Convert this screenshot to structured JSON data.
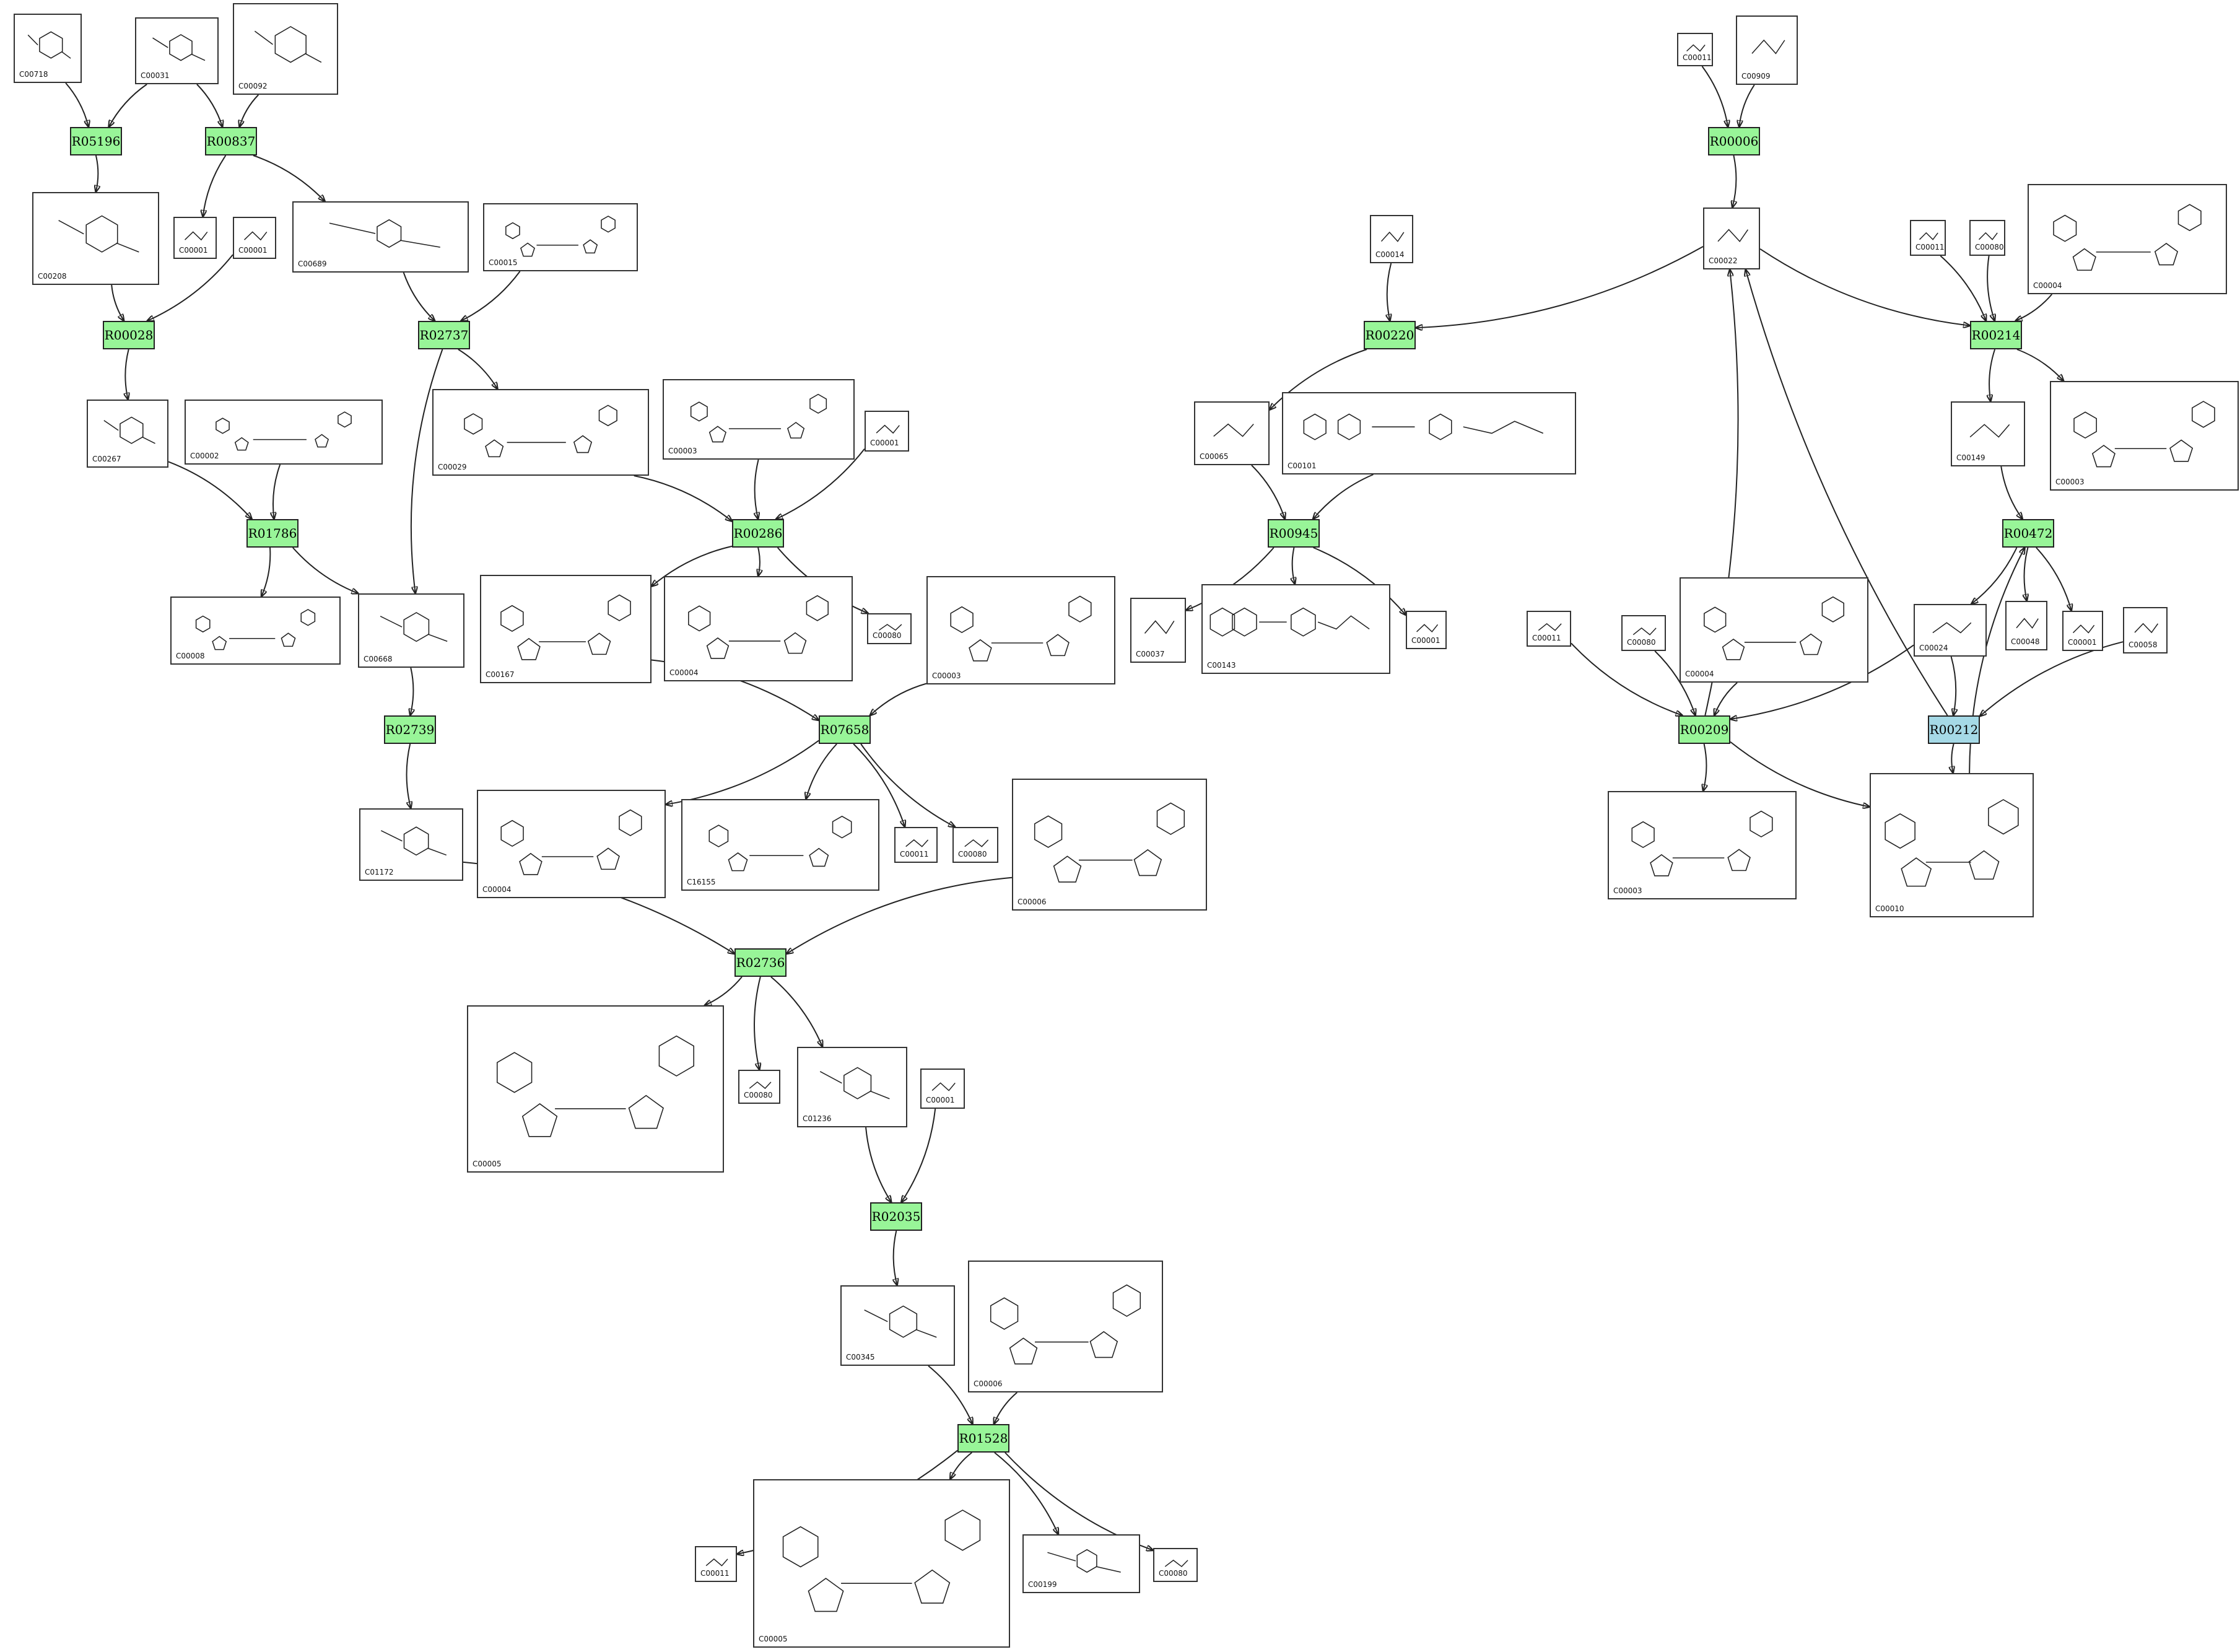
{
  "colors": {
    "reaction": "#98f598",
    "reaction_alt": "#a5d9e6",
    "edge": "#222222"
  },
  "reactions": [
    {
      "id": "R05196",
      "alt": false
    },
    {
      "id": "R00837",
      "alt": false
    },
    {
      "id": "R00028",
      "alt": false
    },
    {
      "id": "R02737",
      "alt": false
    },
    {
      "id": "R01786",
      "alt": false
    },
    {
      "id": "R00286",
      "alt": false
    },
    {
      "id": "R02739",
      "alt": false
    },
    {
      "id": "R07658",
      "alt": false
    },
    {
      "id": "R02736",
      "alt": false
    },
    {
      "id": "R02035",
      "alt": false
    },
    {
      "id": "R01528",
      "alt": false
    },
    {
      "id": "R00006",
      "alt": false
    },
    {
      "id": "R00220",
      "alt": false
    },
    {
      "id": "R00945",
      "alt": false
    },
    {
      "id": "R00214",
      "alt": false
    },
    {
      "id": "R00472",
      "alt": false
    },
    {
      "id": "R00209",
      "alt": false
    },
    {
      "id": "R00212",
      "alt": true
    }
  ],
  "compounds": [
    {
      "key": "c00718",
      "id": "C00718",
      "kind": "sugar"
    },
    {
      "key": "c00031",
      "id": "C00031",
      "kind": "sugar"
    },
    {
      "key": "c00092",
      "id": "C00092",
      "kind": "sugar"
    },
    {
      "key": "c00208",
      "id": "C00208",
      "kind": "sugar"
    },
    {
      "key": "c00001a",
      "id": "C00001",
      "kind": "small"
    },
    {
      "key": "c00001b",
      "id": "C00001",
      "kind": "small"
    },
    {
      "key": "c00689",
      "id": "C00689",
      "kind": "sugar"
    },
    {
      "key": "c00015",
      "id": "C00015",
      "kind": "nucleotide"
    },
    {
      "key": "c00267",
      "id": "C00267",
      "kind": "sugar"
    },
    {
      "key": "c00002",
      "id": "C00002",
      "kind": "nucleotide"
    },
    {
      "key": "c00029",
      "id": "C00029",
      "kind": "nucleotide"
    },
    {
      "key": "c00003a",
      "id": "C00003",
      "kind": "nucleotide"
    },
    {
      "key": "c00001c",
      "id": "C00001",
      "kind": "small"
    },
    {
      "key": "c00008",
      "id": "C00008",
      "kind": "nucleotide"
    },
    {
      "key": "c00668",
      "id": "C00668",
      "kind": "sugar"
    },
    {
      "key": "c00167",
      "id": "C00167",
      "kind": "nucleotide"
    },
    {
      "key": "c00004a",
      "id": "C00004",
      "kind": "nucleotide"
    },
    {
      "key": "c00080a",
      "id": "C00080",
      "kind": "small"
    },
    {
      "key": "c00003b",
      "id": "C00003",
      "kind": "nucleotide"
    },
    {
      "key": "c01172",
      "id": "C01172",
      "kind": "sugar"
    },
    {
      "key": "c00004b",
      "id": "C00004",
      "kind": "nucleotide"
    },
    {
      "key": "c16155",
      "id": "C16155",
      "kind": "nucleotide"
    },
    {
      "key": "c00011a",
      "id": "C00011",
      "kind": "small"
    },
    {
      "key": "c00080b",
      "id": "C00080",
      "kind": "small"
    },
    {
      "key": "c00006a",
      "id": "C00006",
      "kind": "nucleotide"
    },
    {
      "key": "c00005a",
      "id": "C00005",
      "kind": "nucleotide"
    },
    {
      "key": "c00080c",
      "id": "C00080",
      "kind": "small"
    },
    {
      "key": "c01236",
      "id": "C01236",
      "kind": "sugar"
    },
    {
      "key": "c00001d",
      "id": "C00001",
      "kind": "small"
    },
    {
      "key": "c00345",
      "id": "C00345",
      "kind": "sugar"
    },
    {
      "key": "c00006b",
      "id": "C00006",
      "kind": "nucleotide"
    },
    {
      "key": "c00011b",
      "id": "C00011",
      "kind": "small"
    },
    {
      "key": "c00005b",
      "id": "C00005",
      "kind": "nucleotide"
    },
    {
      "key": "c00199",
      "id": "C00199",
      "kind": "sugar"
    },
    {
      "key": "c00080d",
      "id": "C00080",
      "kind": "small"
    },
    {
      "key": "c00011c",
      "id": "C00011",
      "kind": "small"
    },
    {
      "key": "c00909",
      "id": "C00909",
      "kind": "small"
    },
    {
      "key": "c00014",
      "id": "C00014",
      "kind": "small"
    },
    {
      "key": "c00022",
      "id": "C00022",
      "kind": "small"
    },
    {
      "key": "c00011d",
      "id": "C00011",
      "kind": "small"
    },
    {
      "key": "c00080e",
      "id": "C00080",
      "kind": "small"
    },
    {
      "key": "c00004c",
      "id": "C00004",
      "kind": "nucleotide"
    },
    {
      "key": "c00065",
      "id": "C00065",
      "kind": "small"
    },
    {
      "key": "c00101",
      "id": "C00101",
      "kind": "folate"
    },
    {
      "key": "c00149",
      "id": "C00149",
      "kind": "small"
    },
    {
      "key": "c00003c",
      "id": "C00003",
      "kind": "nucleotide"
    },
    {
      "key": "c00037",
      "id": "C00037",
      "kind": "small"
    },
    {
      "key": "c00143",
      "id": "C00143",
      "kind": "folate"
    },
    {
      "key": "c00001e",
      "id": "C00001",
      "kind": "small"
    },
    {
      "key": "c00011e",
      "id": "C00011",
      "kind": "small"
    },
    {
      "key": "c00080f",
      "id": "C00080",
      "kind": "small"
    },
    {
      "key": "c00004d",
      "id": "C00004",
      "kind": "nucleotide"
    },
    {
      "key": "c00024",
      "id": "C00024",
      "kind": "small"
    },
    {
      "key": "c00048",
      "id": "C00048",
      "kind": "small"
    },
    {
      "key": "c00001f",
      "id": "C00001",
      "kind": "small"
    },
    {
      "key": "c00058",
      "id": "C00058",
      "kind": "small"
    },
    {
      "key": "c00003d",
      "id": "C00003",
      "kind": "nucleotide"
    },
    {
      "key": "c00010",
      "id": "C00010",
      "kind": "nucleotide"
    }
  ],
  "edges": [
    {
      "from": "c00718",
      "to": "R05196"
    },
    {
      "from": "c00031",
      "to": "R05196"
    },
    {
      "from": "c00031",
      "to": "R00837"
    },
    {
      "from": "c00092",
      "to": "R00837"
    },
    {
      "from": "R05196",
      "to": "c00208"
    },
    {
      "from": "R00837",
      "to": "c00001a"
    },
    {
      "from": "R00837",
      "to": "c00689"
    },
    {
      "from": "c00208",
      "to": "R00028"
    },
    {
      "from": "c00001b",
      "to": "R00028"
    },
    {
      "from": "c00689",
      "to": "R02737"
    },
    {
      "from": "c00015",
      "to": "R02737"
    },
    {
      "from": "R00028",
      "to": "c00267"
    },
    {
      "from": "R02737",
      "to": "c00029"
    },
    {
      "from": "R02737",
      "to": "c00668"
    },
    {
      "from": "c00267",
      "to": "R01786"
    },
    {
      "from": "c00002",
      "to": "R01786"
    },
    {
      "from": "R01786",
      "to": "c00008"
    },
    {
      "from": "R01786",
      "to": "c00668"
    },
    {
      "from": "c00029",
      "to": "R00286"
    },
    {
      "from": "c00003a",
      "to": "R00286"
    },
    {
      "from": "c00001c",
      "to": "R00286"
    },
    {
      "from": "R00286",
      "to": "c00167"
    },
    {
      "from": "R00286",
      "to": "c00004a"
    },
    {
      "from": "R00286",
      "to": "c00080a"
    },
    {
      "from": "c00668",
      "to": "R02739"
    },
    {
      "from": "R02739",
      "to": "c01172"
    },
    {
      "from": "c00167",
      "to": "R07658"
    },
    {
      "from": "c00003b",
      "to": "R07658"
    },
    {
      "from": "R07658",
      "to": "c00004b"
    },
    {
      "from": "R07658",
      "to": "c16155"
    },
    {
      "from": "R07658",
      "to": "c00011a"
    },
    {
      "from": "R07658",
      "to": "c00080b"
    },
    {
      "from": "c01172",
      "to": "R02736"
    },
    {
      "from": "c00006a",
      "to": "R02736"
    },
    {
      "from": "R02736",
      "to": "c00005a"
    },
    {
      "from": "R02736",
      "to": "c00080c"
    },
    {
      "from": "R02736",
      "to": "c01236"
    },
    {
      "from": "c01236",
      "to": "R02035"
    },
    {
      "from": "c00001d",
      "to": "R02035"
    },
    {
      "from": "R02035",
      "to": "c00345"
    },
    {
      "from": "c00345",
      "to": "R01528"
    },
    {
      "from": "c00006b",
      "to": "R01528"
    },
    {
      "from": "R01528",
      "to": "c00011b"
    },
    {
      "from": "R01528",
      "to": "c00005b"
    },
    {
      "from": "R01528",
      "to": "c00199"
    },
    {
      "from": "R01528",
      "to": "c00080d"
    },
    {
      "from": "c00011c",
      "to": "R00006"
    },
    {
      "from": "c00909",
      "to": "R00006"
    },
    {
      "from": "R00006",
      "to": "c00022"
    },
    {
      "from": "c00014",
      "to": "R00220"
    },
    {
      "from": "c00022",
      "to": "R00220"
    },
    {
      "from": "c00022",
      "to": "R00214"
    },
    {
      "from": "c00011d",
      "to": "R00214"
    },
    {
      "from": "c00080e",
      "to": "R00214"
    },
    {
      "from": "c00004c",
      "to": "R00214"
    },
    {
      "from": "R00220",
      "to": "c00065"
    },
    {
      "from": "c00065",
      "to": "R00945"
    },
    {
      "from": "c00101",
      "to": "R00945"
    },
    {
      "from": "R00945",
      "to": "c00037"
    },
    {
      "from": "R00945",
      "to": "c00143"
    },
    {
      "from": "R00945",
      "to": "c00001e"
    },
    {
      "from": "R00214",
      "to": "c00149"
    },
    {
      "from": "R00214",
      "to": "c00003c"
    },
    {
      "from": "c00149",
      "to": "R00472"
    },
    {
      "from": "R00472",
      "to": "c00024"
    },
    {
      "from": "R00472",
      "to": "c00048"
    },
    {
      "from": "R00472",
      "to": "c00001f"
    },
    {
      "from": "c00011e",
      "to": "R00209"
    },
    {
      "from": "c00080f",
      "to": "R00209"
    },
    {
      "from": "c00004d",
      "to": "R00209"
    },
    {
      "from": "c00024",
      "to": "R00209"
    },
    {
      "from": "R00209",
      "to": "c00022"
    },
    {
      "from": "R00209",
      "to": "c00003d"
    },
    {
      "from": "R00209",
      "to": "c00010"
    },
    {
      "from": "c00024",
      "to": "R00212"
    },
    {
      "from": "c00058",
      "to": "R00212"
    },
    {
      "from": "R00212",
      "to": "c00022"
    },
    {
      "from": "R00212",
      "to": "c00010"
    },
    {
      "from": "c00010",
      "to": "R00472"
    }
  ]
}
